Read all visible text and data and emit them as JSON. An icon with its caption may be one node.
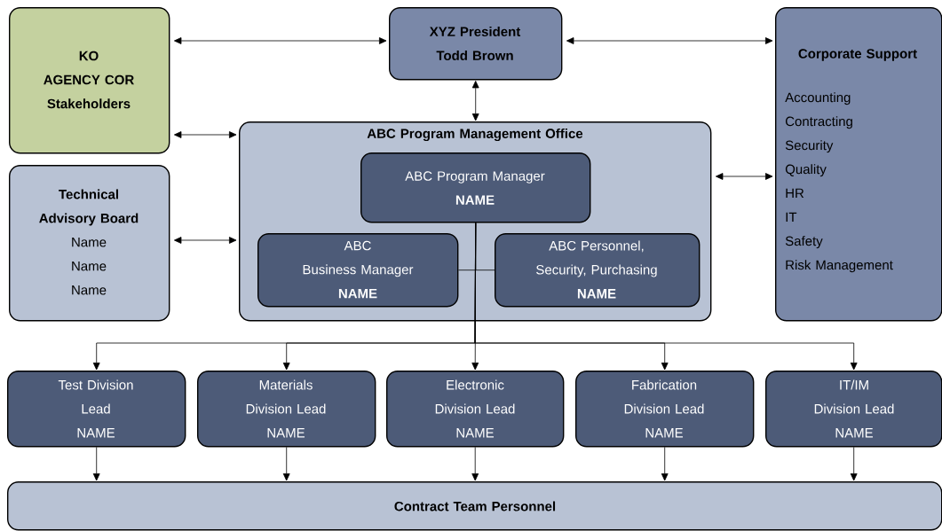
{
  "diagram": {
    "nodes": [
      {
        "text": [
          "KO",
          "AGENCY COR",
          "Stakeholders"
        ]
      },
      {
        "text": [
          "XYZ President",
          "Todd Brown"
        ]
      },
      {
        "text": [
          "Corporate Support",
          "Accounting",
          "Contracting",
          "Security",
          "Quality",
          "HR",
          "IT",
          "Safety",
          "Risk Management"
        ]
      },
      {
        "text": [
          "Technical Advisory Board",
          "Name",
          "Name",
          "Name"
        ]
      },
      {
        "text": [
          "ABC Program Management Office"
        ]
      },
      {
        "text": [
          "ABC Program Manager",
          "NAME"
        ],
        "in": 4
      },
      {
        "text": [
          "ABC Business Manager",
          "NAME"
        ],
        "in": 4
      },
      {
        "text": [
          "ABC Personnel, Security, Purchasing",
          "NAME"
        ],
        "in": 4
      },
      {
        "text": [
          "Test Division Lead",
          "NAME"
        ]
      },
      {
        "text": [
          "Materials Division Lead",
          "NAME"
        ]
      },
      {
        "text": [
          "Electronic Division Lead",
          "NAME"
        ]
      },
      {
        "text": [
          "Fabrication Division Lead",
          "NAME"
        ]
      },
      {
        "text": [
          "IT/IM Division Lead",
          "NAME"
        ]
      },
      {
        "text": [
          "Contract Team Personnel"
        ]
      }
    ],
    "edges": [
      {
        "from": 0,
        "to": 1,
        "arrow": "both"
      },
      {
        "from": 1,
        "to": 2,
        "arrow": "both"
      },
      {
        "from": 1,
        "to": 4,
        "arrow": "both"
      },
      {
        "from": 0,
        "to": 4,
        "arrow": "both"
      },
      {
        "from": 4,
        "to": 2,
        "arrow": "both"
      },
      {
        "from": 3,
        "to": 4,
        "arrow": "both"
      },
      {
        "from": 5,
        "to": 6,
        "arrow": "none"
      },
      {
        "from": 5,
        "to": 7,
        "arrow": "none"
      },
      {
        "from": 5,
        "to": 8,
        "arrow": "to"
      },
      {
        "from": 5,
        "to": 9,
        "arrow": "to"
      },
      {
        "from": 5,
        "to": 10,
        "arrow": "to"
      },
      {
        "from": 5,
        "to": 11,
        "arrow": "to"
      },
      {
        "from": 5,
        "to": 12,
        "arrow": "to"
      },
      {
        "from": 8,
        "to": 13,
        "arrow": "to"
      },
      {
        "from": 9,
        "to": 13,
        "arrow": "to"
      },
      {
        "from": 10,
        "to": 13,
        "arrow": "to"
      },
      {
        "from": 11,
        "to": 13,
        "arrow": "to"
      },
      {
        "from": 12,
        "to": 13,
        "arrow": "to"
      }
    ]
  }
}
